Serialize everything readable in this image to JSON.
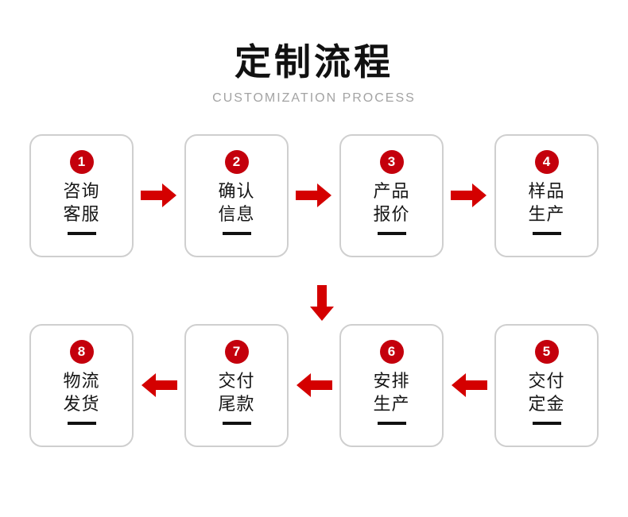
{
  "header": {
    "title": "定制流程",
    "subtitle": "CUSTOMIZATION PROCESS"
  },
  "theme": {
    "badge_red": "#c4000c",
    "arrow_red": "#d40000",
    "card_border": "#cfcfcf",
    "text_dark": "#161616",
    "subtitle_gray": "#a3a3a3",
    "background": "#ffffff"
  },
  "flow": {
    "row1_direction": "left-to-right",
    "row2_direction": "right-to-left",
    "connector_between_rows": "arrow-down-icon",
    "row1": [
      {
        "number": "1",
        "line1": "咨询",
        "line2": "客服"
      },
      {
        "number": "2",
        "line1": "确认",
        "line2": "信息"
      },
      {
        "number": "3",
        "line1": "产品",
        "line2": "报价"
      },
      {
        "number": "4",
        "line1": "样品",
        "line2": "生产"
      }
    ],
    "row2": [
      {
        "number": "8",
        "line1": "物流",
        "line2": "发货"
      },
      {
        "number": "7",
        "line1": "交付",
        "line2": "尾款"
      },
      {
        "number": "6",
        "line1": "安排",
        "line2": "生产"
      },
      {
        "number": "5",
        "line1": "交付",
        "line2": "定金"
      }
    ],
    "arrows_row1": [
      "arrow-right-icon",
      "arrow-right-icon",
      "arrow-right-icon"
    ],
    "arrows_row2": [
      "arrow-left-icon",
      "arrow-left-icon",
      "arrow-left-icon"
    ]
  }
}
